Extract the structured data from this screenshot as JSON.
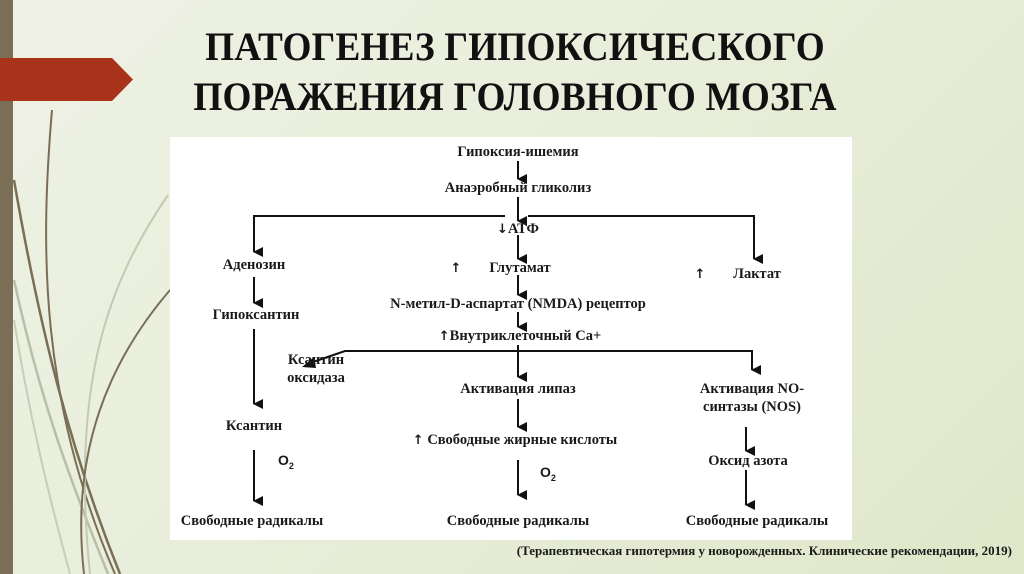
{
  "slide": {
    "title_lines": [
      "ПАТОГЕНЕЗ ГИПОКСИЧЕСКОГО",
      "ПОРАЖЕНИЯ ГОЛОВНОГО МОЗГА"
    ],
    "citation": "(Терапевтическая гипотермия у новорожденных. Клинические рекомендации, 2019)",
    "colors": {
      "accent_banner": "#a8321a",
      "side_bar": "#7a6e57",
      "background": "#e9eedb"
    }
  },
  "diagram": {
    "nodes": {
      "hypoxia": "Гипоксия-ишемия",
      "glycolysis": "Анаэробный гликолиз",
      "atp_arrow": "↓",
      "atp": "АТФ",
      "adenosine": "Аденозин",
      "glutamate_arrow": "↑",
      "glutamate": "Глутамат",
      "lactate_arrow": "↑",
      "lactate": "Лактат",
      "nmda": "N-метил-D-аспартат (NMDA) рецептор",
      "hypoxanthine": "Гипоксантин",
      "calcium_arrow": "↑",
      "calcium": "Внутриклеточный Са+",
      "xanthine_oxidase_1": "Ксантин",
      "xanthine_oxidase_2": "оксидаза",
      "lipase": "Активация липаз",
      "nos_1": "Активация NO-",
      "nos_2": "синтазы (NOS)",
      "xanthine": "Ксантин",
      "ffa_arrow": "↑",
      "ffa": "Свободные жирные кислоты",
      "nitric_oxide": "Оксид азота",
      "o2_left": "O",
      "o2_left_sub": "2",
      "o2_mid": "O",
      "o2_mid_sub": "2",
      "radicals_left": "Свободные радикалы",
      "radicals_mid": "Свободные радикалы",
      "radicals_right": "Свободные радикалы"
    }
  }
}
